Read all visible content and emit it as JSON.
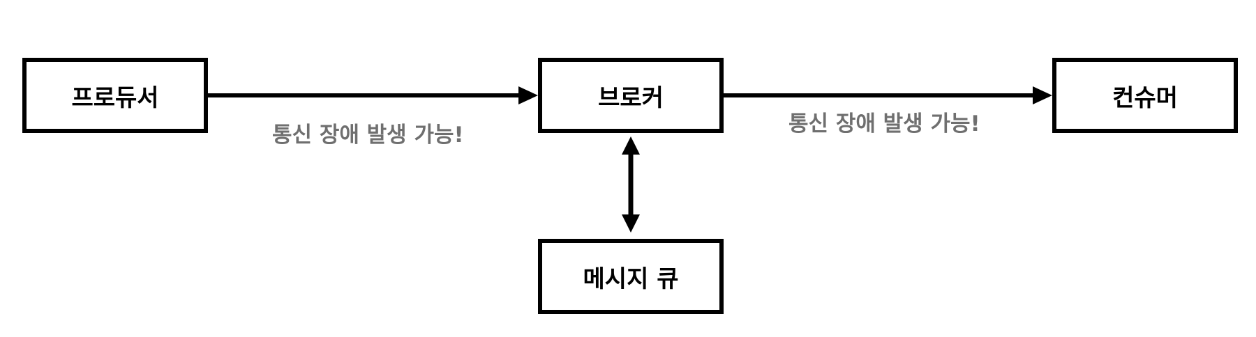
{
  "nodes": {
    "producer": "프로듀서",
    "broker": "브로커",
    "consumer": "컨슈머",
    "message_queue": "메시지 큐"
  },
  "edge_labels": {
    "producer_to_broker": "통신 장애 발생 가능!",
    "broker_to_consumer": "통신 장애 발생 가능!"
  },
  "colors": {
    "node_border": "#000000",
    "arrow": "#000000",
    "edge_label": "#6f6f6f"
  }
}
